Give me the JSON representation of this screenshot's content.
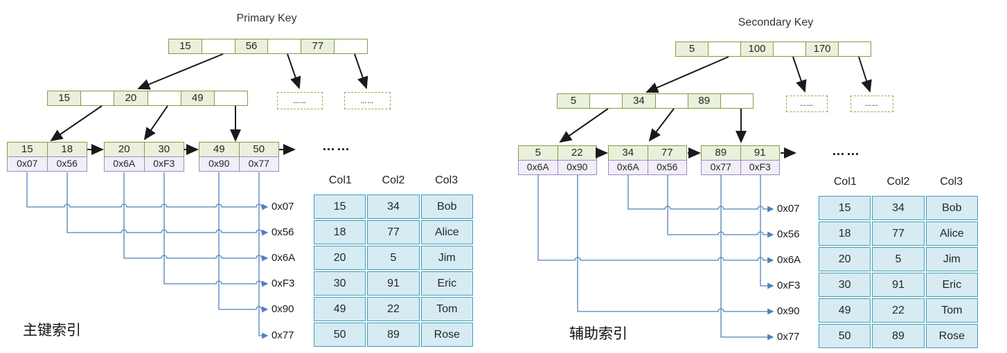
{
  "panels": {
    "left": {
      "title": "Primary Key",
      "caption": "主键索引",
      "root_cells": [
        "15",
        "",
        "56",
        "",
        "77",
        ""
      ],
      "internal_cells": [
        "15",
        "",
        "20",
        "",
        "49",
        ""
      ],
      "ellipsis_boxes": [
        "……",
        "……"
      ],
      "dots": "……",
      "leaves": [
        {
          "keys": [
            "15",
            "18"
          ],
          "ptrs": [
            "0x07",
            "0x56"
          ]
        },
        {
          "keys": [
            "20",
            "30"
          ],
          "ptrs": [
            "0x6A",
            "0xF3"
          ]
        },
        {
          "keys": [
            "49",
            "50"
          ],
          "ptrs": [
            "0x90",
            "0x77"
          ]
        }
      ],
      "addresses": [
        "0x07",
        "0x56",
        "0x6A",
        "0xF3",
        "0x90",
        "0x77"
      ],
      "table": {
        "headers": [
          "Col1",
          "Col2",
          "Col3"
        ],
        "rows": [
          [
            "15",
            "34",
            "Bob"
          ],
          [
            "18",
            "77",
            "Alice"
          ],
          [
            "20",
            "5",
            "Jim"
          ],
          [
            "30",
            "91",
            "Eric"
          ],
          [
            "49",
            "22",
            "Tom"
          ],
          [
            "50",
            "89",
            "Rose"
          ]
        ]
      }
    },
    "right": {
      "title": "Secondary Key",
      "caption": "辅助索引",
      "root_cells": [
        "5",
        "",
        "100",
        "",
        "170",
        ""
      ],
      "internal_cells": [
        "5",
        "",
        "34",
        "",
        "89",
        ""
      ],
      "ellipsis_boxes": [
        "……",
        "……"
      ],
      "dots": "……",
      "leaves": [
        {
          "keys": [
            "5",
            "22"
          ],
          "ptrs": [
            "0x6A",
            "0x90"
          ]
        },
        {
          "keys": [
            "34",
            "77"
          ],
          "ptrs": [
            "0x6A",
            "0x56"
          ]
        },
        {
          "keys": [
            "89",
            "91"
          ],
          "ptrs": [
            "0x77",
            "0xF3"
          ]
        }
      ],
      "addresses": [
        "0x07",
        "0x56",
        "0x6A",
        "0xF3",
        "0x90",
        "0x77"
      ],
      "table": {
        "headers": [
          "Col1",
          "Col2",
          "Col3"
        ],
        "rows": [
          [
            "15",
            "34",
            "Bob"
          ],
          [
            "18",
            "77",
            "Alice"
          ],
          [
            "20",
            "5",
            "Jim"
          ],
          [
            "30",
            "91",
            "Eric"
          ],
          [
            "49",
            "22",
            "Tom"
          ],
          [
            "50",
            "89",
            "Rose"
          ]
        ]
      }
    }
  },
  "colors": {
    "node_border": "#7e9e42",
    "node_fill": "#eaf0dc",
    "pointer_border": "#9c8ac0",
    "pointer_fill": "#f1eef8",
    "table_border": "#3f9cbc",
    "table_fill": "#d6ebf2",
    "connector_blue": "#4f81bd",
    "arrow_black": "#1a1a1a"
  }
}
